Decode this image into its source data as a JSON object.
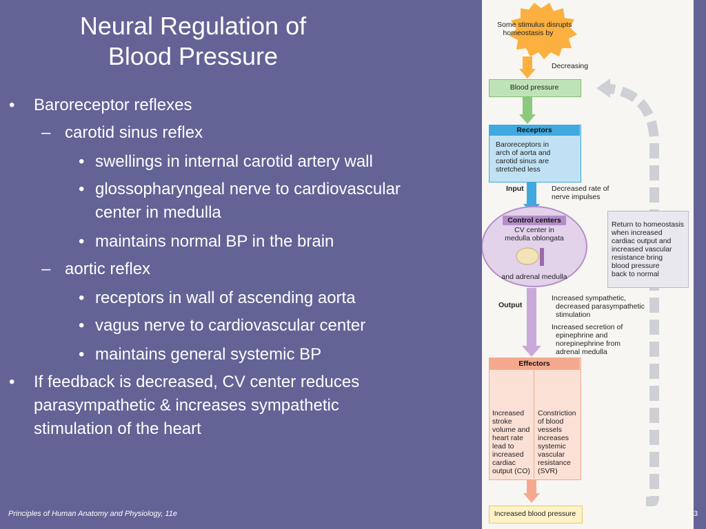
{
  "slide": {
    "title_line1": "Neural Regulation of",
    "title_line2": "Blood Pressure",
    "bullets": [
      {
        "marker": "•",
        "text": "Baroreceptor reflexes"
      },
      {
        "marker": "–",
        "text": "carotid sinus reflex"
      },
      {
        "marker": "•",
        "text": "swellings in internal carotid artery wall"
      },
      {
        "marker": "•",
        "text": "glossopharyngeal nerve to cardiovascular"
      },
      {
        "marker": "",
        "text": "center in medulla"
      },
      {
        "marker": "•",
        "text": "maintains normal BP in the brain"
      },
      {
        "marker": "–",
        "text": "aortic reflex"
      },
      {
        "marker": "•",
        "text": "receptors in wall of ascending aorta"
      },
      {
        "marker": "•",
        "text": "vagus nerve to cardiovascular center"
      },
      {
        "marker": "•",
        "text": "maintains general systemic BP"
      },
      {
        "marker": "•",
        "text": "If feedback is decreased, CV center reduces"
      },
      {
        "marker": "",
        "text": "parasympathetic & increases sympathetic"
      },
      {
        "marker": "",
        "text": "stimulation of the heart"
      }
    ],
    "footer_left": "Principles of Human Anatomy and Physiology, 11e",
    "footer_right": "3"
  },
  "figure": {
    "stimulus_line1": "Some stimulus disrupts",
    "stimulus_line2": "homeostasis by",
    "decreasing": "Decreasing",
    "controlled_condition": "Blood pressure",
    "receptors_header": "Receptors",
    "receptors_text": [
      "Baroreceptors in",
      "arch of aorta and",
      "carotid sinus are",
      "stretched less"
    ],
    "input_label": "Input",
    "input_text": [
      "Decreased rate of",
      "nerve impulses"
    ],
    "control_header": "Control centers",
    "control_text": [
      "CV center in",
      "medulla oblongata"
    ],
    "control_text2": "and adrenal medulla",
    "return_text": [
      "Return to homeostasis",
      "when increased",
      "cardiac output and",
      "increased vascular",
      "resistance bring",
      "blood pressure",
      "back to normal"
    ],
    "output_label": "Output",
    "output_text": [
      "Increased sympathetic,",
      "decreased parasympathetic",
      "stimulation",
      "Increased secretion of",
      "epinephrine and",
      "norepinephrine from",
      "adrenal medulla"
    ],
    "effectors_header": "Effectors",
    "effector_left": [
      "Increased",
      "stroke",
      "volume and",
      "heart rate",
      "lead to",
      "increased",
      "cardiac",
      "output (CO)"
    ],
    "effector_right": [
      "Constriction",
      "of blood",
      "vessels",
      "increases",
      "systemic",
      "vascular",
      "resistance",
      "(SVR)"
    ],
    "result": "Increased blood pressure"
  },
  "colors": {
    "background": "#636396",
    "receptor_blue": "#3fa9e0",
    "control_purple": "#c9a9d9",
    "effector_salmon": "#f4a98f",
    "green_box": "#bfe3b8",
    "stimulus_orange": "#fbb040",
    "loop_gray": "#cfcfd6"
  }
}
